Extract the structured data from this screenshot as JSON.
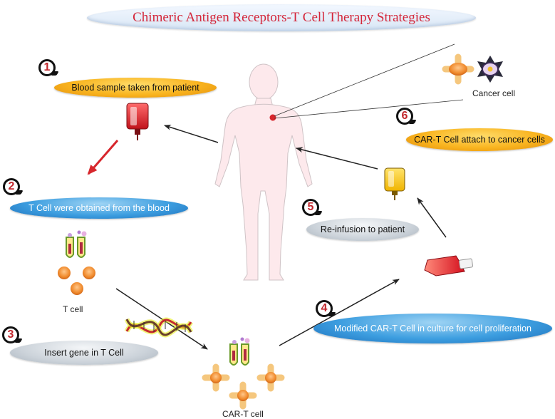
{
  "title": "Chimeric Antigen Receptors-T Cell  Therapy Strategies",
  "steps": [
    {
      "number": "1",
      "text": "Blood sample taken from patient"
    },
    {
      "number": "2",
      "text": "T Cell were obtained from the blood"
    },
    {
      "number": "3",
      "text": "Insert gene in T Cell"
    },
    {
      "number": "4",
      "text": "Modified CAR-T Cell in culture for cell proliferation"
    },
    {
      "number": "5",
      "text": "Re-infusion to patient"
    },
    {
      "number": "6",
      "text": "CAR-T Cell attach to cancer cells"
    }
  ],
  "labels": {
    "cancer_cell": "Cancer cell",
    "t_cell": "T cell",
    "car_t_cell": "CAR-T cell"
  },
  "colors": {
    "title_text": "#d4263a",
    "step_number": "#c2272d",
    "orange_label": "#f9b41f",
    "blue_label": "#3d9ee0",
    "grey_label": "#ccd3da",
    "body_fill": "#fde9ec",
    "red_arrow": "#d7262c",
    "arrow": "#222222"
  }
}
